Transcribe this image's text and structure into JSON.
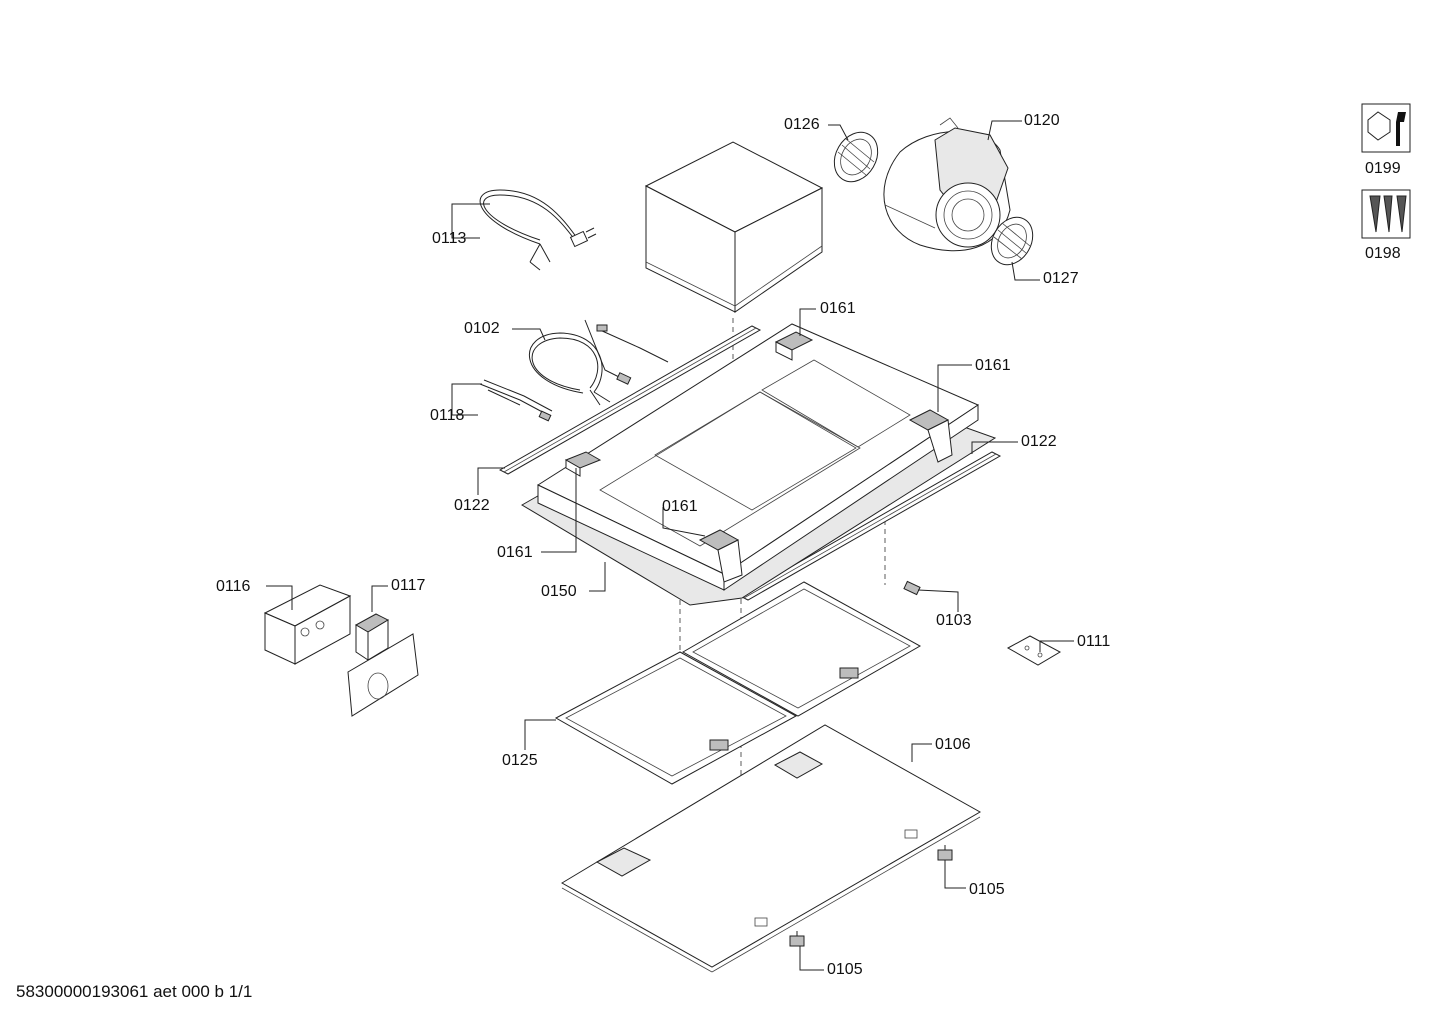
{
  "footer": "58300000193061 aet 000 b 1/1",
  "parts": {
    "p0126": "0126",
    "p0120": "0120",
    "p0113": "0113",
    "p0127": "0127",
    "p0161a": "0161",
    "p0102": "0102",
    "p0161b": "0161",
    "p0118": "0118",
    "p0122a": "0122",
    "p0122b": "0122",
    "p0161c": "0161",
    "p0161d": "0161",
    "p0116": "0116",
    "p0117": "0117",
    "p0150": "0150",
    "p0103": "0103",
    "p0111": "0111",
    "p0106": "0106",
    "p0125": "0125",
    "p0105a": "0105",
    "p0105b": "0105",
    "p0199": "0199",
    "p0198": "0198"
  }
}
